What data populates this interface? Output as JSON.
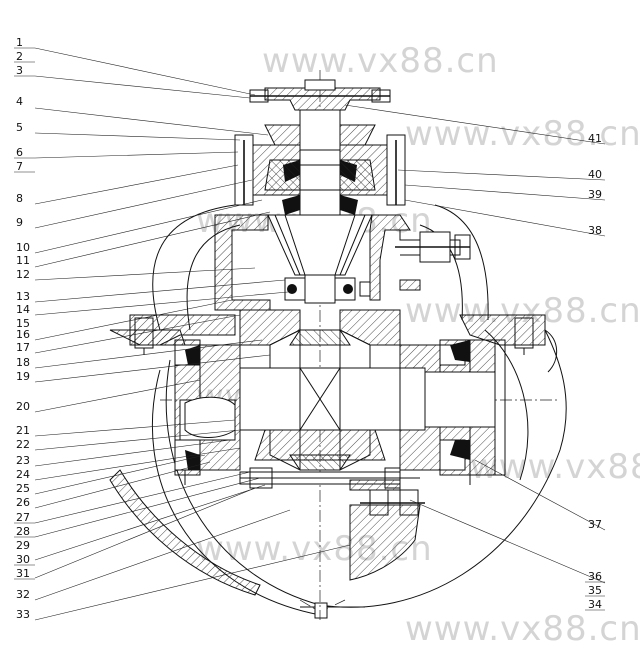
{
  "watermark": "www.vx88.cn",
  "callouts_left": [
    "1",
    "2",
    "3",
    "4",
    "5",
    "6",
    "7",
    "8",
    "9",
    "10",
    "11",
    "12",
    "13",
    "14",
    "15",
    "16",
    "17",
    "18",
    "19",
    "20",
    "21",
    "22",
    "23",
    "24",
    "25",
    "26",
    "27",
    "28",
    "29",
    "30",
    "31",
    "32",
    "33"
  ],
  "callouts_right": [
    "41",
    "40",
    "39",
    "38",
    "37",
    "36",
    "35",
    "34"
  ]
}
